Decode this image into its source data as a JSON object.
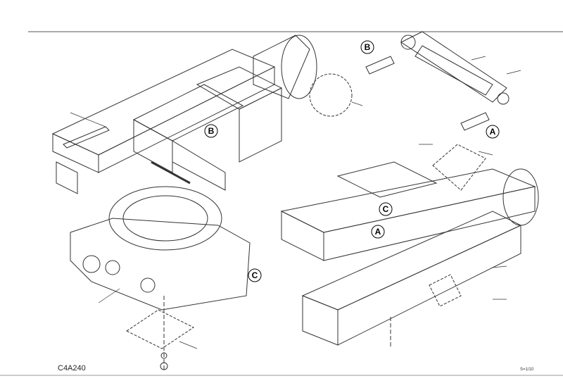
{
  "drawing_code": "C4A240",
  "scale": "S=1/10",
  "callouts": [
    "B",
    "B",
    "A",
    "C",
    "A",
    "C"
  ]
}
